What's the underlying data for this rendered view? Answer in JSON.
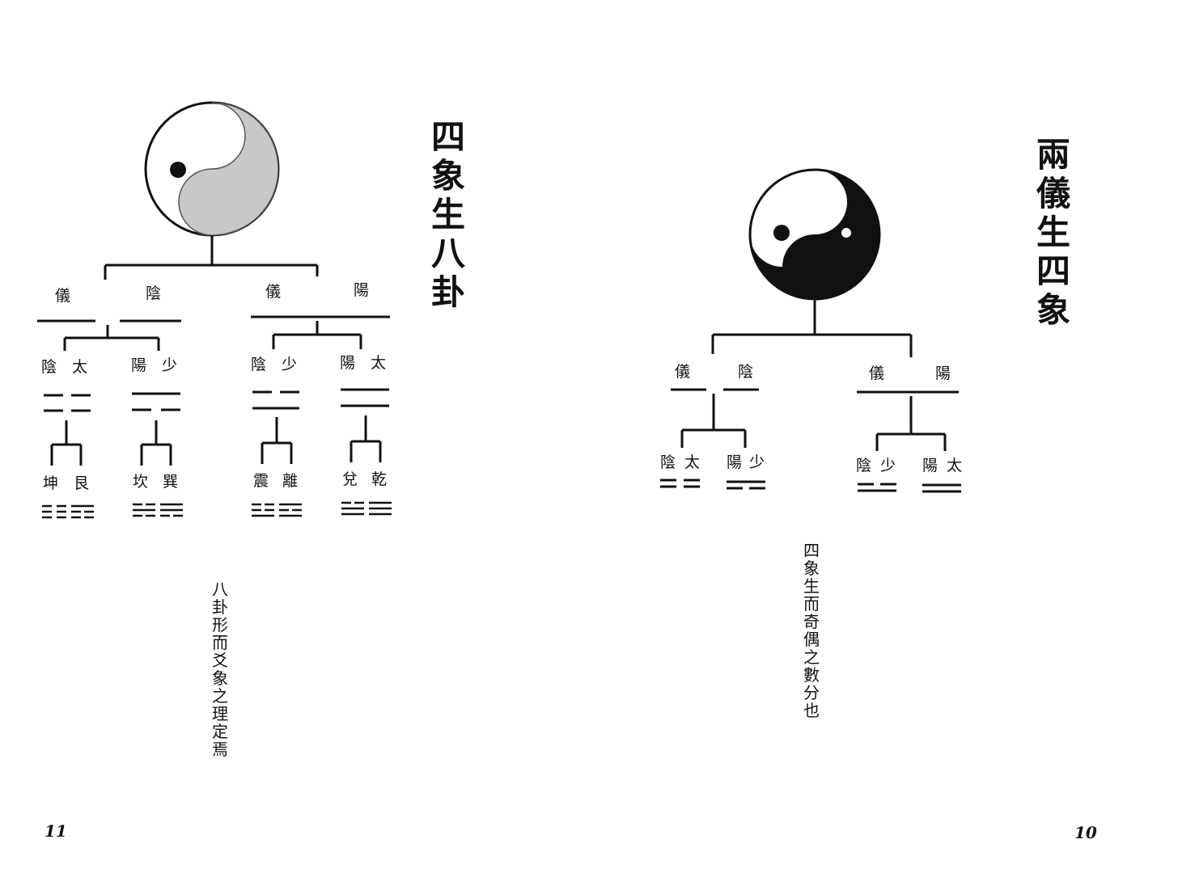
{
  "left_page": {
    "title": "四象生八卦",
    "caption": "八卦形而爻象之理定焉",
    "page_number": "11",
    "level1": [
      "儀",
      "陰",
      "儀",
      "陽"
    ],
    "level2": [
      "陰",
      "太",
      "陽",
      "少",
      "陰",
      "少",
      "陽",
      "太"
    ],
    "level3": [
      "坤",
      "艮",
      "坎",
      "巽",
      "震",
      "離",
      "兌",
      "乾"
    ]
  },
  "right_page": {
    "title": "兩儀生四象",
    "caption": "四象生而奇偶之數分也",
    "page_number": "10",
    "level1": [
      "儀",
      "陰",
      "儀",
      "陽"
    ],
    "level2": [
      "陰",
      "太",
      "陽",
      "少",
      "陰",
      "少",
      "陽",
      "太"
    ]
  },
  "icons": [
    "taiji-icon",
    "trigram-icon",
    "bigram-icon"
  ],
  "colors": {
    "ink": "#111111",
    "paper": "#ffffff",
    "shade": "#bdbdbd"
  }
}
